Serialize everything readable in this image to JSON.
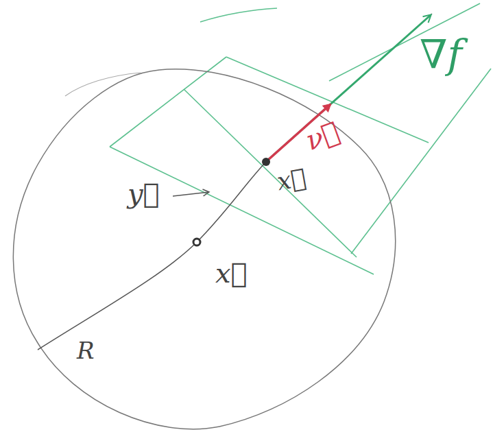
{
  "diagram": {
    "labels": [
      "∇f",
      "ν⃗",
      "x⃗",
      "y⃗",
      "x⃗",
      "R"
    ]
  }
}
